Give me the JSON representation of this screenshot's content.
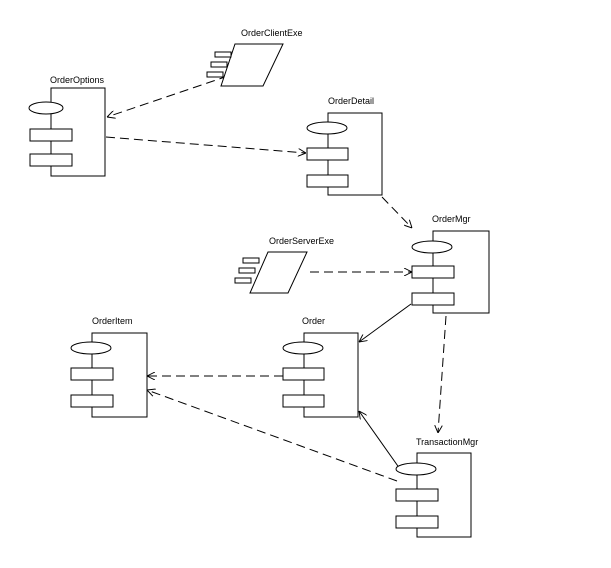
{
  "diagram": {
    "type": "uml-component-diagram",
    "components": [
      {
        "id": "OrderClientExe",
        "label": "OrderClientExe",
        "kind": "executable"
      },
      {
        "id": "OrderOptions",
        "label": "OrderOptions",
        "kind": "component"
      },
      {
        "id": "OrderDetail",
        "label": "OrderDetail",
        "kind": "component"
      },
      {
        "id": "OrderMgr",
        "label": "OrderMgr",
        "kind": "component"
      },
      {
        "id": "OrderServerExe",
        "label": "OrderServerExe",
        "kind": "executable"
      },
      {
        "id": "OrderItem",
        "label": "OrderItem",
        "kind": "component"
      },
      {
        "id": "Order",
        "label": "Order",
        "kind": "component"
      },
      {
        "id": "TransactionMgr",
        "label": "TransactionMgr",
        "kind": "component"
      }
    ],
    "dependencies": [
      {
        "from": "OrderClientExe",
        "to": "OrderOptions",
        "style": "dashed"
      },
      {
        "from": "OrderOptions",
        "to": "OrderDetail",
        "style": "dashed"
      },
      {
        "from": "OrderDetail",
        "to": "OrderMgr",
        "style": "dashed"
      },
      {
        "from": "OrderServerExe",
        "to": "OrderMgr",
        "style": "dashed"
      },
      {
        "from": "OrderMgr",
        "to": "Order",
        "style": "solid"
      },
      {
        "from": "OrderMgr",
        "to": "TransactionMgr",
        "style": "dashed"
      },
      {
        "from": "Order",
        "to": "OrderItem",
        "style": "dashed"
      },
      {
        "from": "TransactionMgr",
        "to": "Order",
        "style": "solid"
      },
      {
        "from": "TransactionMgr",
        "to": "OrderItem",
        "style": "dashed"
      }
    ]
  }
}
